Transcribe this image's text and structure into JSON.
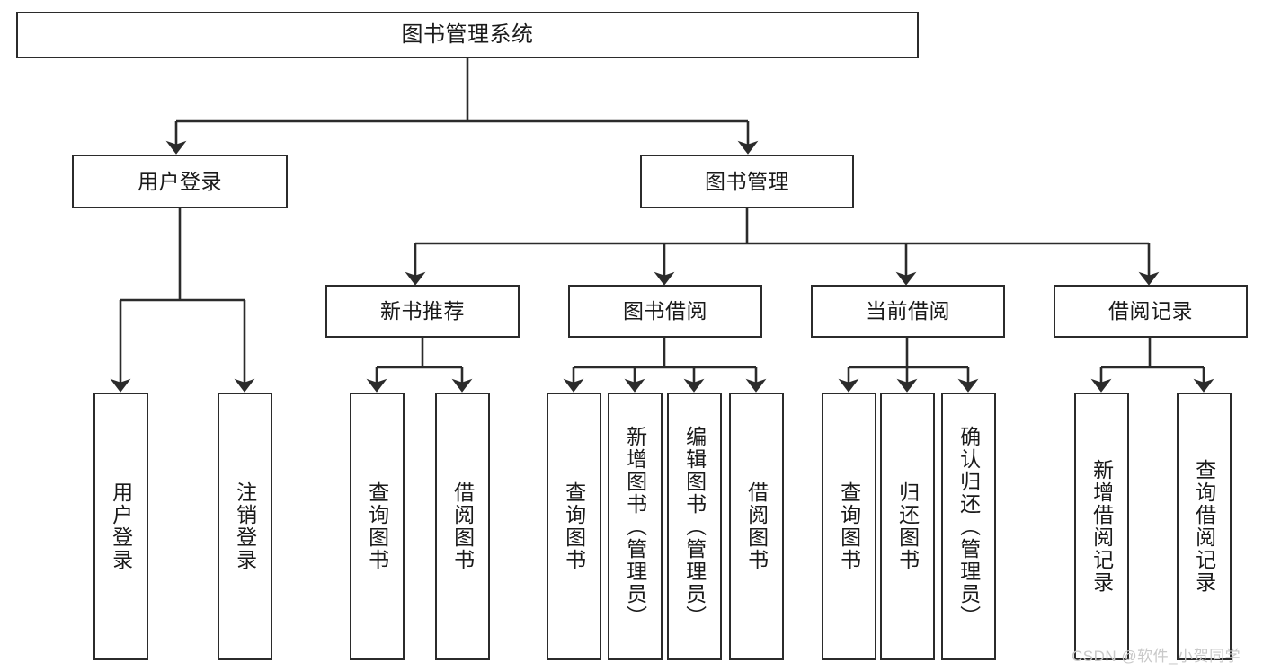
{
  "diagram": {
    "type": "tree-hierarchy-chart",
    "title": "图书管理系统",
    "stroke_color": "#2b2b2b",
    "box_fill": "#ffffff",
    "levels": [
      {
        "level": 0,
        "nodes": [
          {
            "id": "root",
            "label": "图书管理系统",
            "orientation": "horizontal"
          }
        ]
      },
      {
        "level": 1,
        "nodes": [
          {
            "id": "user-login",
            "label": "用户登录",
            "orientation": "horizontal",
            "parent": "root"
          },
          {
            "id": "book-manage",
            "label": "图书管理",
            "orientation": "horizontal",
            "parent": "root"
          }
        ]
      },
      {
        "level": 2,
        "nodes": [
          {
            "id": "new-book-rec",
            "label": "新书推荐",
            "orientation": "horizontal",
            "parent": "book-manage"
          },
          {
            "id": "book-borrow",
            "label": "图书借阅",
            "orientation": "horizontal",
            "parent": "book-manage"
          },
          {
            "id": "current-borrow",
            "label": "当前借阅",
            "orientation": "horizontal",
            "parent": "book-manage"
          },
          {
            "id": "borrow-record",
            "label": "借阅记录",
            "orientation": "horizontal",
            "parent": "book-manage"
          }
        ]
      },
      {
        "level": 3,
        "nodes": [
          {
            "id": "leaf-user-login",
            "label": "用户登录",
            "orientation": "vertical",
            "parent": "user-login"
          },
          {
            "id": "leaf-logout",
            "label": "注销登录",
            "orientation": "vertical",
            "parent": "user-login"
          },
          {
            "id": "leaf-query-book-1",
            "label": "查询图书",
            "orientation": "vertical",
            "parent": "new-book-rec"
          },
          {
            "id": "leaf-borrow-book-1",
            "label": "借阅图书",
            "orientation": "vertical",
            "parent": "new-book-rec"
          },
          {
            "id": "leaf-query-book-2",
            "label": "查询图书",
            "orientation": "vertical",
            "parent": "book-borrow"
          },
          {
            "id": "leaf-add-book",
            "label": "新增图书（管理员）",
            "orientation": "vertical",
            "parent": "book-borrow"
          },
          {
            "id": "leaf-edit-book",
            "label": "编辑图书（管理员）",
            "orientation": "vertical",
            "parent": "book-borrow"
          },
          {
            "id": "leaf-borrow-book-2",
            "label": "借阅图书",
            "orientation": "vertical",
            "parent": "book-borrow"
          },
          {
            "id": "leaf-query-book-3",
            "label": "查询图书",
            "orientation": "vertical",
            "parent": "current-borrow"
          },
          {
            "id": "leaf-return-book",
            "label": "归还图书",
            "orientation": "vertical",
            "parent": "current-borrow"
          },
          {
            "id": "leaf-confirm-return",
            "label": "确认归还（管理员）",
            "orientation": "vertical",
            "parent": "current-borrow"
          },
          {
            "id": "leaf-add-record",
            "label": "新增借阅记录",
            "orientation": "vertical",
            "parent": "borrow-record"
          },
          {
            "id": "leaf-query-record",
            "label": "查询借阅记录",
            "orientation": "vertical",
            "parent": "borrow-record"
          }
        ]
      }
    ]
  },
  "watermark": {
    "text": "CSDN @软件_小贺同学",
    "color": "#c9c9c9"
  }
}
